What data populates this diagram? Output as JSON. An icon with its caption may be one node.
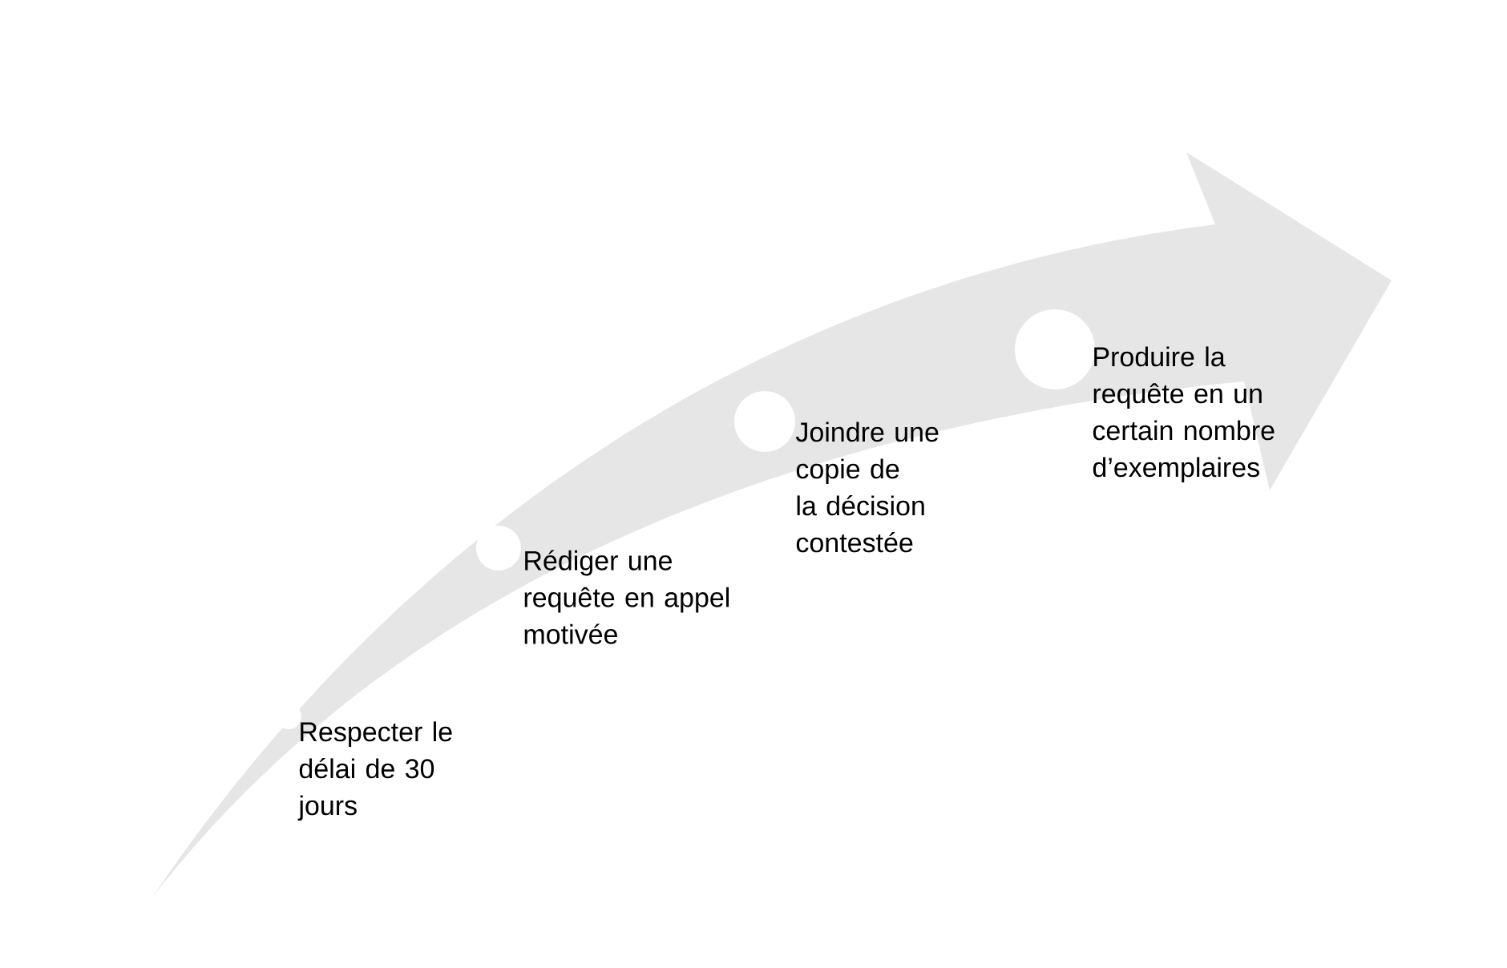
{
  "diagram": {
    "nodes": [
      {
        "text": [
          "Respecter le délai de 30 jours"
        ]
      },
      {
        "text": [
          "Rédiger une requête en appel motivée"
        ]
      },
      {
        "text": [
          "Joindre une copie de la décision contestée"
        ]
      },
      {
        "text": [
          "Produire la requête en un certain nombre d’exemplaires"
        ]
      }
    ]
  }
}
